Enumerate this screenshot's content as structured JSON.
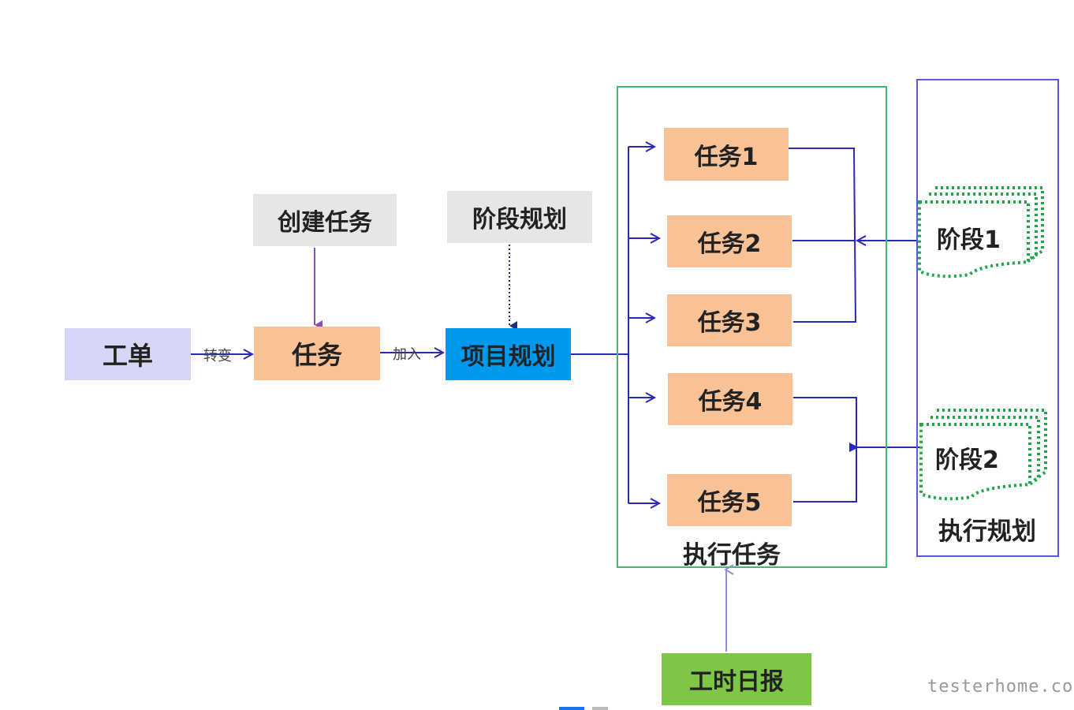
{
  "nodes": {
    "work_order": "工单",
    "task": "任务",
    "create_task": "创建任务",
    "stage_plan": "阶段规划",
    "project_plan": "项目规划",
    "task1": "任务1",
    "task2": "任务2",
    "task3": "任务3",
    "task4": "任务4",
    "task5": "任务5",
    "stage1": "阶段1",
    "stage2": "阶段2",
    "daily_report": "工时日报"
  },
  "groups": {
    "execute_tasks": "执行任务",
    "execute_plan": "执行规划"
  },
  "edges": {
    "convert": "转变",
    "join": "加入"
  },
  "watermark": "testerhome.com",
  "colors": {
    "work_order_fill": "#d6d6f7",
    "task_fill": "#f8c196",
    "create_fill": "#e6e6e6",
    "project_fill": "#0099f0",
    "report_fill": "#7ec646",
    "task_group_border": "#3cbf6b",
    "plan_group_border": "#5b5bd6",
    "stage_border": "#1fa74a",
    "connector": "#2929b8",
    "create_arrow": "#8a4fb5",
    "report_arrow": "#8f8fe8"
  }
}
